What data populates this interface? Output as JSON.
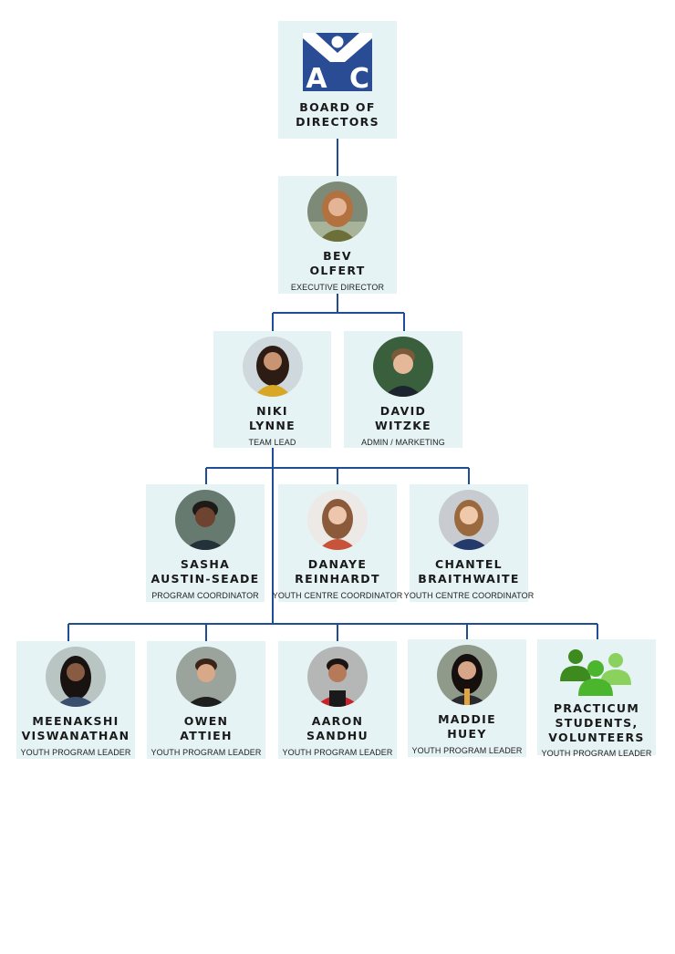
{
  "colors": {
    "card_bg": "#e6f3f5",
    "connector": "#1f4e96",
    "logo_blue": "#294c95",
    "icon_greens": [
      "#3d8a1f",
      "#4cb52e",
      "#8bd15e"
    ]
  },
  "board": {
    "logo_letters": [
      "A",
      "Y",
      "C"
    ],
    "name_lines": [
      "BOARD OF",
      "DIRECTORS"
    ]
  },
  "executive": {
    "name_lines": [
      "BEV",
      "OLFERT"
    ],
    "role": "EXECUTIVE DIRECTOR"
  },
  "leads": [
    {
      "name_lines": [
        "NIKI",
        "LYNNE"
      ],
      "role": "TEAM LEAD"
    },
    {
      "name_lines": [
        "DAVID",
        "WITZKE"
      ],
      "role": "ADMIN / MARKETING"
    }
  ],
  "coordinators": [
    {
      "name_lines": [
        "SASHA",
        "AUSTIN-SEADE"
      ],
      "role": "PROGRAM COORDINATOR"
    },
    {
      "name_lines": [
        "DANAYE",
        "REINHARDT"
      ],
      "role": "YOUTH CENTRE COORDINATOR"
    },
    {
      "name_lines": [
        "CHANTEL",
        "BRAITHWAITE"
      ],
      "role": "YOUTH CENTRE COORDINATOR"
    }
  ],
  "leaders": [
    {
      "name_lines": [
        "MEENAKSHI",
        "VISWANATHAN"
      ],
      "role": "YOUTH PROGRAM LEADER"
    },
    {
      "name_lines": [
        "OWEN",
        "ATTIEH"
      ],
      "role": "YOUTH PROGRAM LEADER"
    },
    {
      "name_lines": [
        "AARON",
        "SANDHU"
      ],
      "role": "YOUTH PROGRAM LEADER"
    },
    {
      "name_lines": [
        "MADDIE",
        "HUEY"
      ],
      "role": "YOUTH PROGRAM LEADER"
    },
    {
      "name_lines": [
        "PRACTICUM",
        "STUDENTS,",
        "VOLUNTEERS"
      ],
      "role": "YOUTH PROGRAM LEADER",
      "icon": "people-group-icon"
    }
  ]
}
